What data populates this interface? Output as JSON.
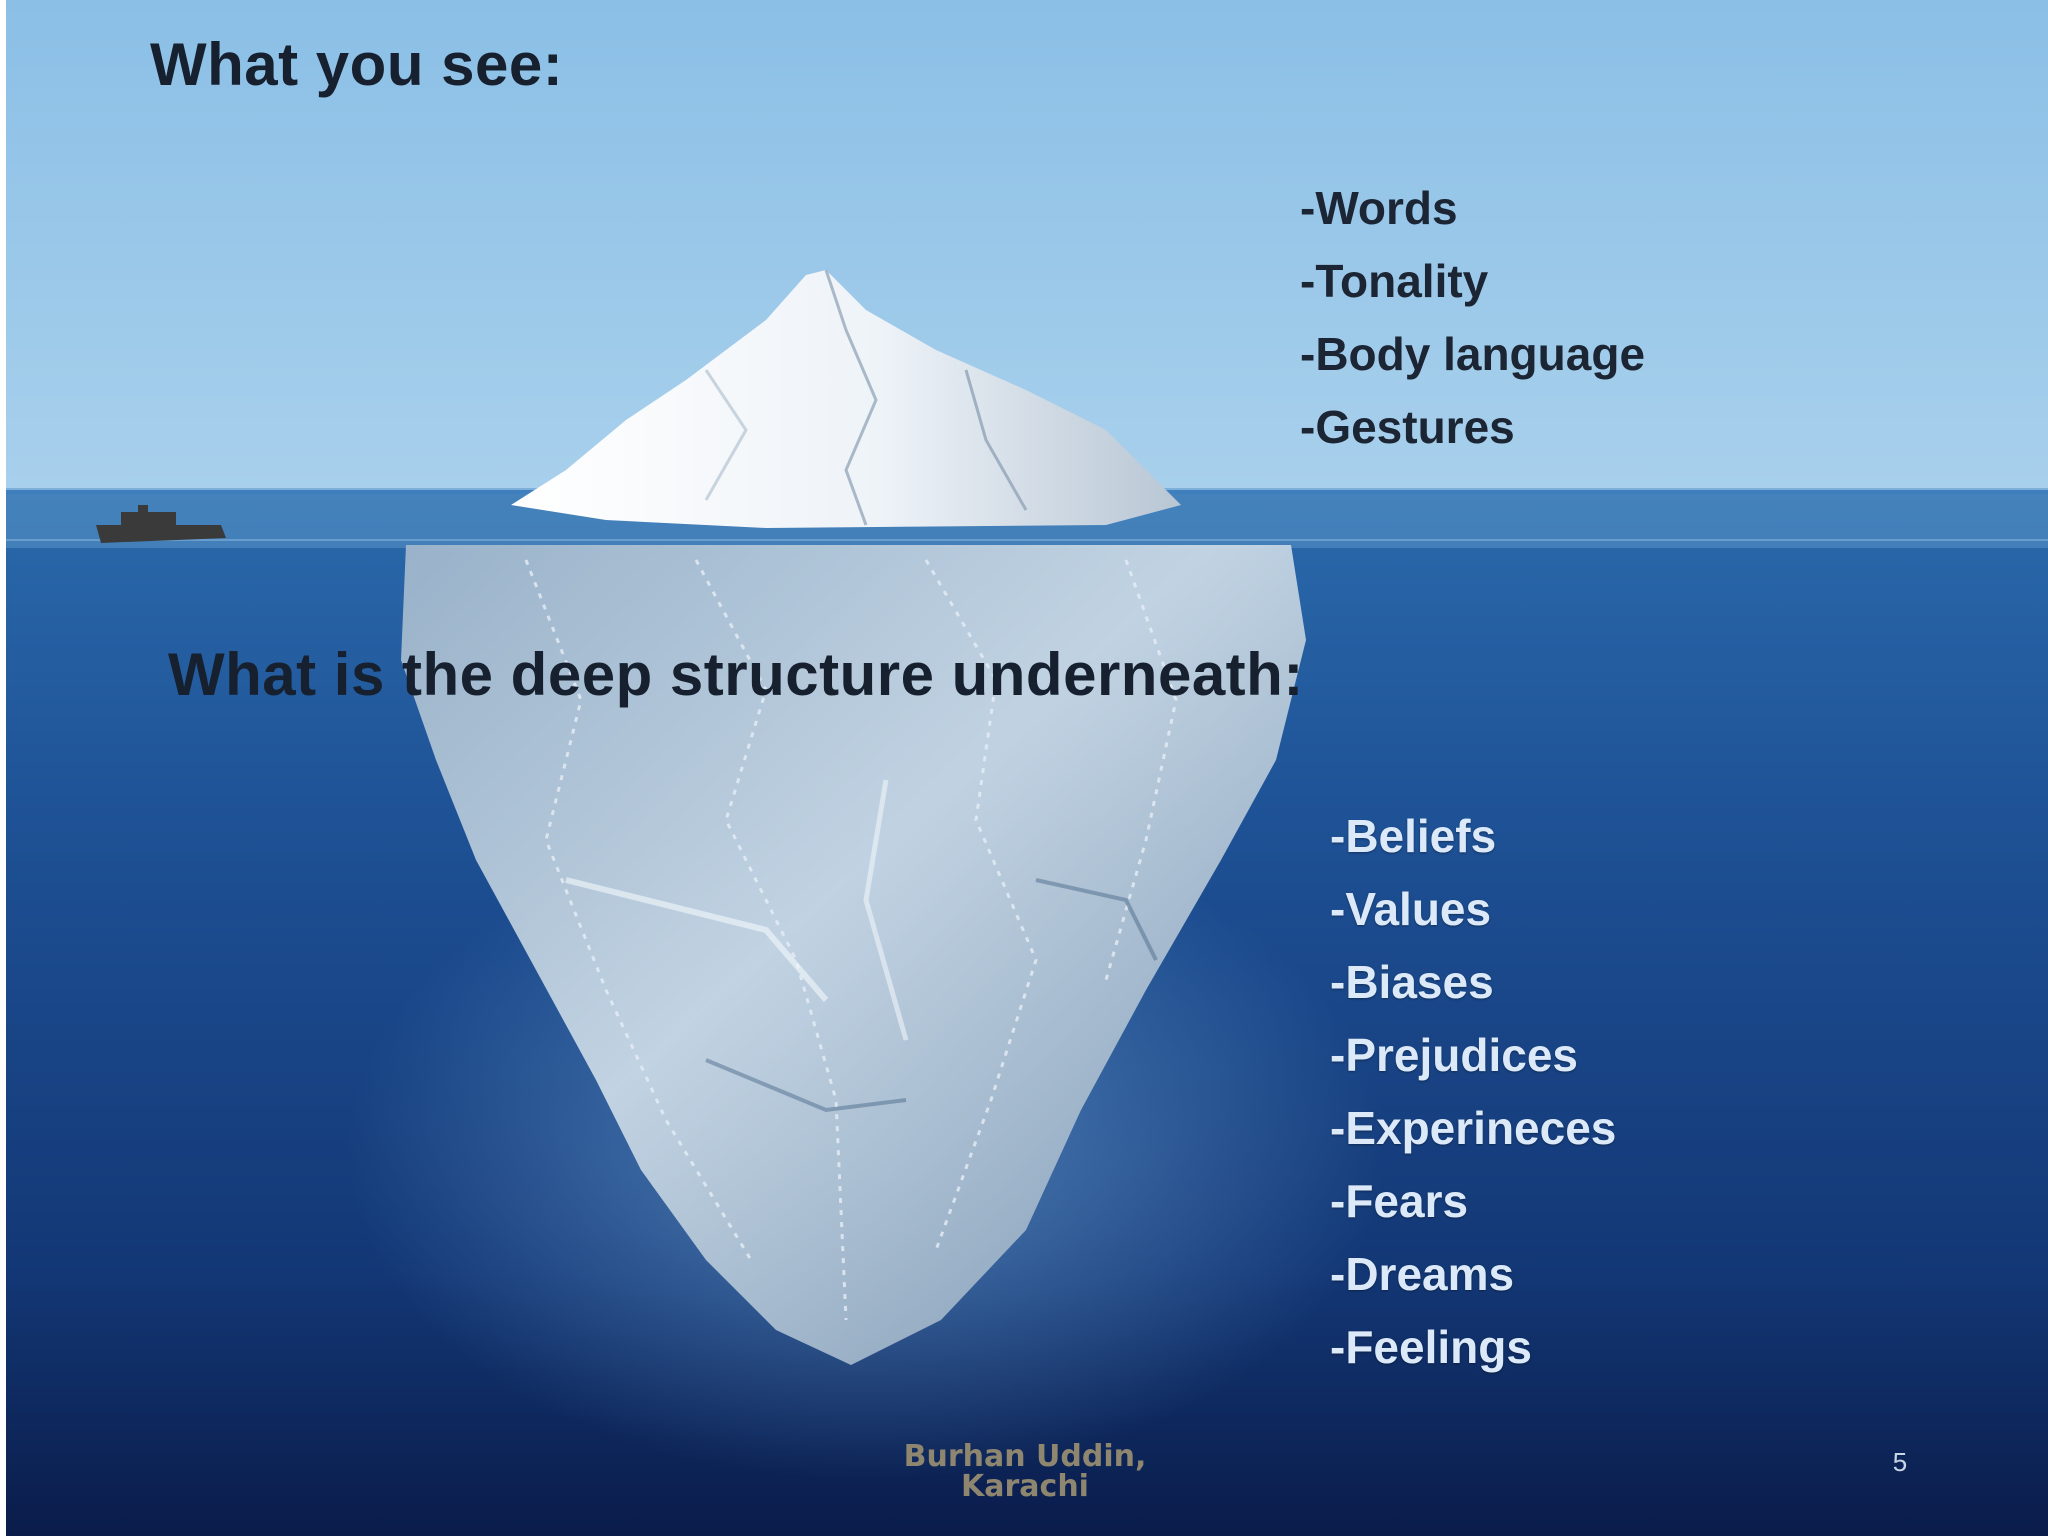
{
  "slide": {
    "above_heading": "What you see:",
    "above_items": [
      "-Words",
      "-Tonality",
      "-Body language",
      "-Gestures"
    ],
    "below_heading": "What is the deep structure underneath:",
    "below_items": [
      "-Beliefs",
      "-Values",
      "-Biases",
      "-Prejudices",
      "-Experineces",
      "-Fears",
      "-Dreams",
      "-Feelings"
    ],
    "footer": {
      "author_line1": "Burhan Uddin,",
      "author_line2": "Karachi"
    },
    "page_number": "5"
  },
  "picture": {
    "subjects": [
      "iceberg-tip-icon",
      "iceberg-underwater-icon",
      "ship-icon"
    ],
    "colors": {
      "sky": "#93c4e6",
      "water_surface": "#2f6eb0",
      "deep_water": "#0b1f4e",
      "ice": "#eef3f8"
    }
  }
}
